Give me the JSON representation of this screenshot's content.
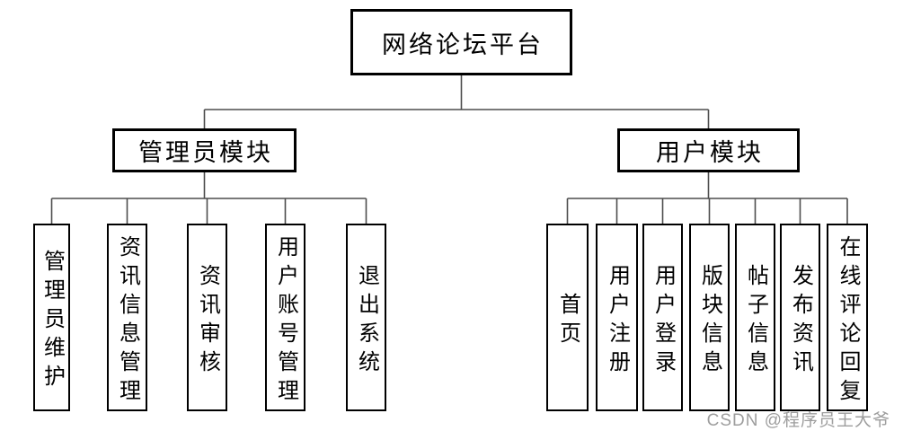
{
  "diagram": {
    "root": {
      "label": "网络论坛平台"
    },
    "modules": [
      {
        "label": "管理员模块",
        "children": [
          {
            "label": "管理员维护"
          },
          {
            "label": "资讯信息管理"
          },
          {
            "label": "资讯审核"
          },
          {
            "label": "用户账号管理"
          },
          {
            "label": "退出系统"
          }
        ]
      },
      {
        "label": "用户模块",
        "children": [
          {
            "label": "首页"
          },
          {
            "label": "用户注册"
          },
          {
            "label": "用户登录"
          },
          {
            "label": "版块信息"
          },
          {
            "label": "帖子信息"
          },
          {
            "label": "发布资讯"
          },
          {
            "label": "在线评论回复"
          }
        ]
      }
    ]
  },
  "watermark": {
    "text": "CSDN @程序员王大爷",
    "color": "#9e9e9e"
  },
  "style": {
    "line_color": "#4d4d4d",
    "border_color": "#000000",
    "background": "#ffffff"
  }
}
